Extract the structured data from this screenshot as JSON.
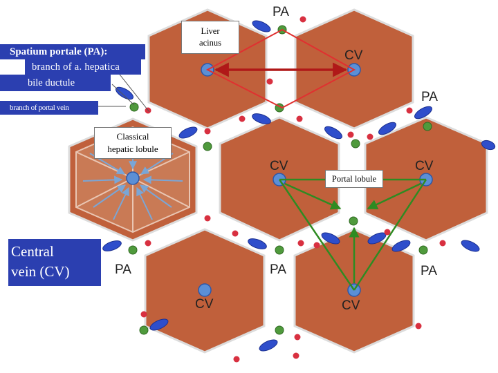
{
  "labels": {
    "liver_acinus": "Liver\nacinus",
    "spatium_portale": "Spatium portale (PA):",
    "branch_hepatica": "branch of a. hepatica",
    "bile_ductule": "bile ductule",
    "branch_portal_vein": "branch of portal vein",
    "classical_lobule": "Classical\nhepatic lobule",
    "portal_lobule": "Portal lobule",
    "central_vein": "Central\nvein (CV)"
  },
  "lobule_marks": {
    "cv": "CV",
    "pa": "PA"
  },
  "colors": {
    "lobule_fill": "#c0603b",
    "lobule_stroke": "#dcdcdc",
    "portal_vein": "#2f4ecb",
    "hepatic_artery": "#d83040",
    "bile_ductule": "#4f9a3c",
    "central_vein": "#5b8fd6",
    "liver_acinus_arrows": "#e03030",
    "portal_lobule_arrows": "#2e8b22",
    "classical_lobule_arrows": "#8fb8e0",
    "label_box": "#2b3fb0"
  }
}
